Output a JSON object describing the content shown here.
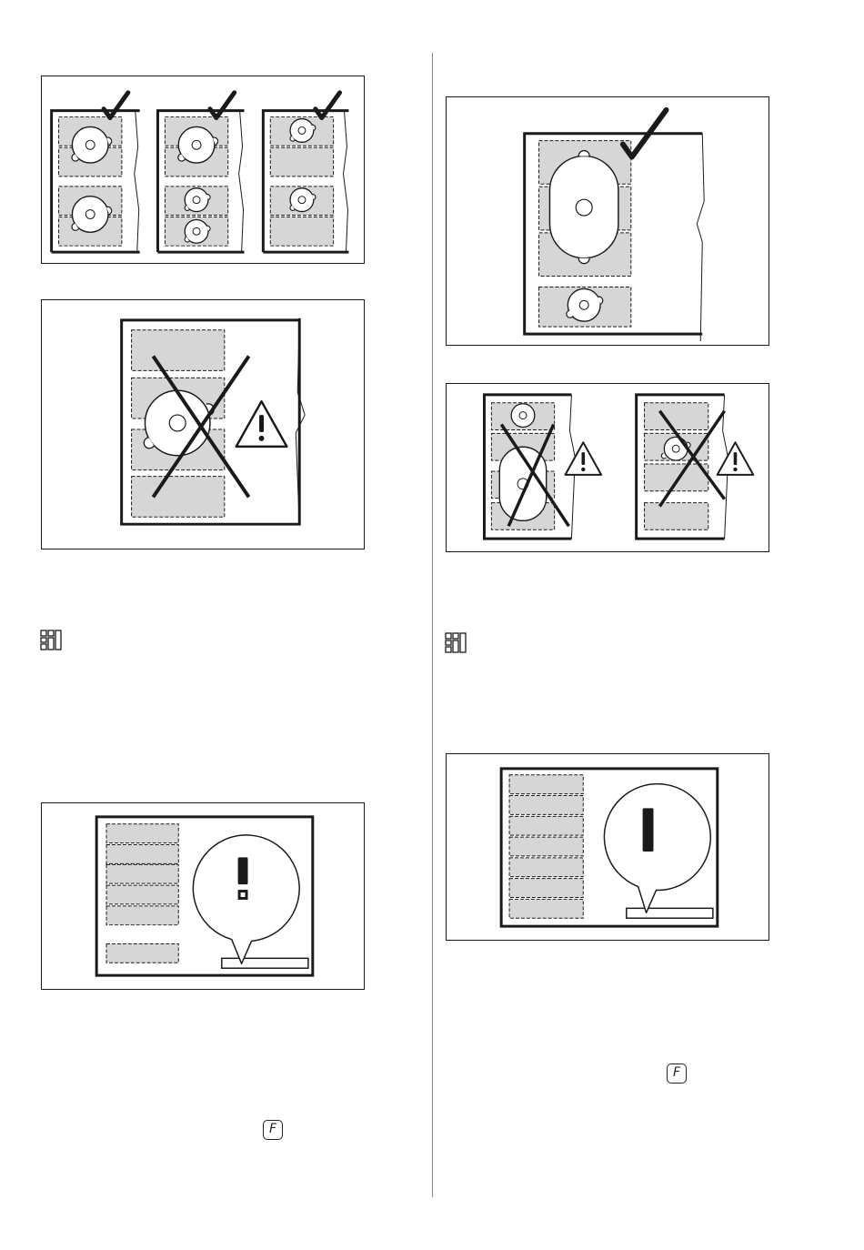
{
  "page": {
    "figures": [
      {
        "id": "fig-1",
        "caption": "",
        "icons": [
          "check-icon",
          "check-icon",
          "check-icon"
        ]
      },
      {
        "id": "fig-2",
        "caption": "",
        "icons": [
          "cross-icon",
          "warning-icon"
        ]
      },
      {
        "id": "fig-3",
        "caption": "",
        "icons": [
          "check-icon"
        ]
      },
      {
        "id": "fig-4",
        "caption": "",
        "icons": [
          "cross-icon",
          "warning-icon",
          "cross-icon",
          "warning-icon"
        ]
      },
      {
        "id": "fig-5",
        "caption": "",
        "icons": [
          "exclamation-display"
        ]
      },
      {
        "id": "fig-6",
        "caption": "",
        "icons": [
          "bar-display"
        ]
      }
    ],
    "symbols": {
      "f_key_left": "F",
      "f_key_right": "F",
      "zone_icon_left": "zone-layout-icon",
      "zone_icon_right": "zone-layout-icon"
    },
    "colors": {
      "zone_fill": "#d6d6d6",
      "line": "#1a1a1a",
      "page": "#ffffff"
    }
  }
}
